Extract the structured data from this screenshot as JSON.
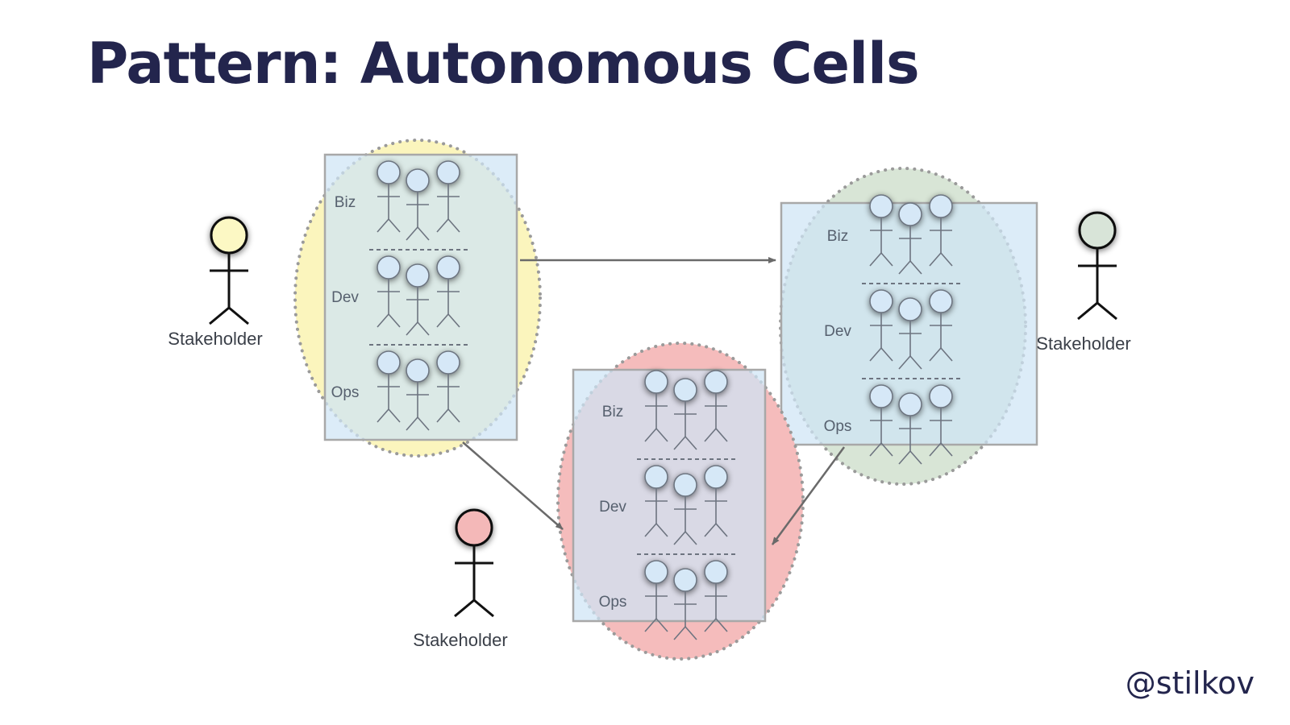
{
  "title": "Pattern: Autonomous Cells",
  "handle": "@stilkov",
  "colors": {
    "title": "#23254d",
    "box_fill": "#cfe4f5",
    "box_border": "#a8a8a8",
    "person_head": "#d6e8f7",
    "person_line": "#6d7480",
    "arrow": "#6a6a6a"
  },
  "cells": [
    {
      "id": "cell-1",
      "oval_color": "#fbf5bd",
      "roles": [
        "Biz",
        "Dev",
        "Ops"
      ]
    },
    {
      "id": "cell-2",
      "oval_color": "#d8e5d6",
      "roles": [
        "Biz",
        "Dev",
        "Ops"
      ]
    },
    {
      "id": "cell-3",
      "oval_color": "#f5bcbc",
      "roles": [
        "Biz",
        "Dev",
        "Ops"
      ]
    }
  ],
  "stakeholders": [
    {
      "label": "Stakeholder",
      "head_color": "#fcf8c4"
    },
    {
      "label": "Stakeholder",
      "head_color": "#d8e4d8"
    },
    {
      "label": "Stakeholder",
      "head_color": "#f4b8b8"
    }
  ]
}
